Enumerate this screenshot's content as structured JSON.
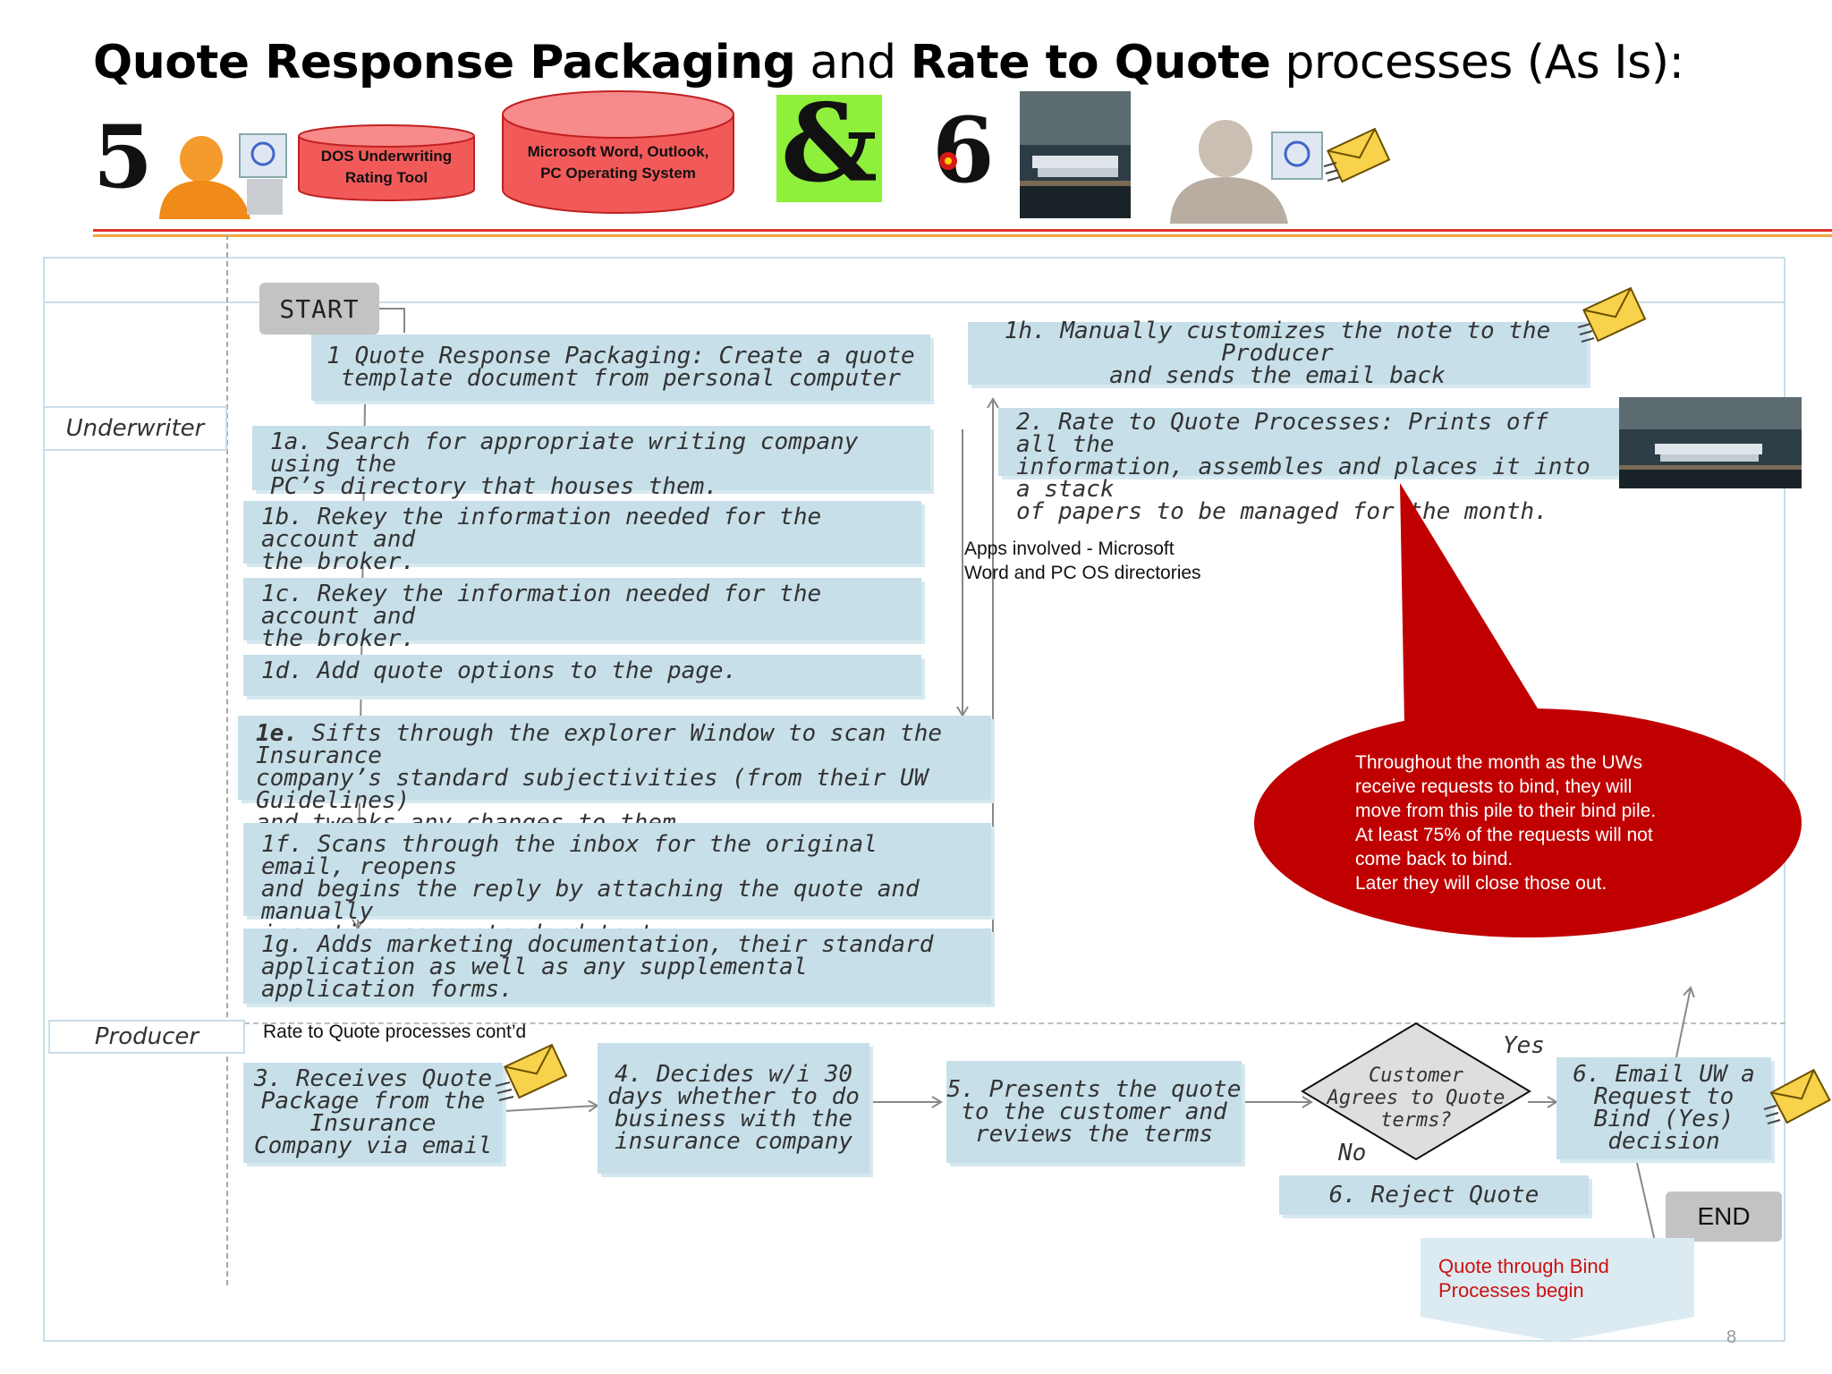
{
  "title": {
    "part1": "Quote Response Packaging",
    "part2": " and ",
    "part3": "Rate to Quote",
    "part4": " processes (As Is):"
  },
  "header_icons": {
    "letter_5": "5",
    "letter_amp": "&",
    "letter_6": "6",
    "systems": [
      {
        "label": "DOS Underwriting\nRating Tool"
      },
      {
        "label": "Microsoft Word, Outlook,\nPC Operating System"
      }
    ]
  },
  "lanes": {
    "underwriter": "Underwriter",
    "producer": "Producer"
  },
  "start_label": "START",
  "end_label": "END",
  "steps": {
    "s1": "1 Quote Response Packaging:  Create a quote\ntemplate document from personal computer",
    "s1a": "1a.  Search for appropriate writing company using the\nPC’s directory that houses them.",
    "s1b": "1b.  Rekey the information needed for the account and\nthe broker.",
    "s1c": "1c.  Rekey the information needed for the account and\nthe broker.",
    "s1d": "1d.  Add quote options to the page.",
    "s1e_bold": "1e.",
    "s1e": " Sifts through the explorer Window to scan the Insurance\ncompany’s standard subjectivities (from their UW Guidelines)\nand tweaks any changes to them.",
    "s1f": "1f. Scans through the inbox for the original email, reopens\nand begins the reply by attaching the quote and manually\ninserting some standard text.",
    "s1g": "1g. Adds marketing documentation, their standard\napplication as well as any supplemental application forms.",
    "s1h": "1h. Manually customizes the note to the Producer\nand sends the email back",
    "s2": "2. Rate to Quote Processes:  Prints off all the\ninformation, assembles and places it into a stack\nof papers to be managed for the month.",
    "s3": "3. Receives Quote\nPackage from the\nInsurance\nCompany via email",
    "s4": "4. Decides w/i 30\ndays whether to do\nbusiness with the\ninsurance company",
    "s5": "5. Presents the quote\nto the customer and\nreviews the terms",
    "decision": "Customer\nAgrees to Quote\nterms?",
    "yes": "Yes",
    "no": "No",
    "s6_email": "6. Email UW a\nRequest to\nBind (Yes)\ndecision",
    "s6_reject": "6. Reject Quote"
  },
  "notes": {
    "apps": "Apps involved - Microsoft\nWord and PC OS directories",
    "rate_contd": "Rate to Quote processes cont’d",
    "callout": "Throughout the month as the UWs\nreceive requests to bind, they will\nmove from this pile to their bind pile.\nAt least 75% of the requests will not\ncome back to bind.\nLater they will close those out.",
    "bind_begin": "Quote through Bind\nProcesses begin"
  },
  "page_number": "8",
  "colors": {
    "box_fill": "#c7dfe9",
    "callout_red": "#c00000",
    "cylinder_red": "#f25a5a",
    "amp_green": "#8ff03c"
  }
}
